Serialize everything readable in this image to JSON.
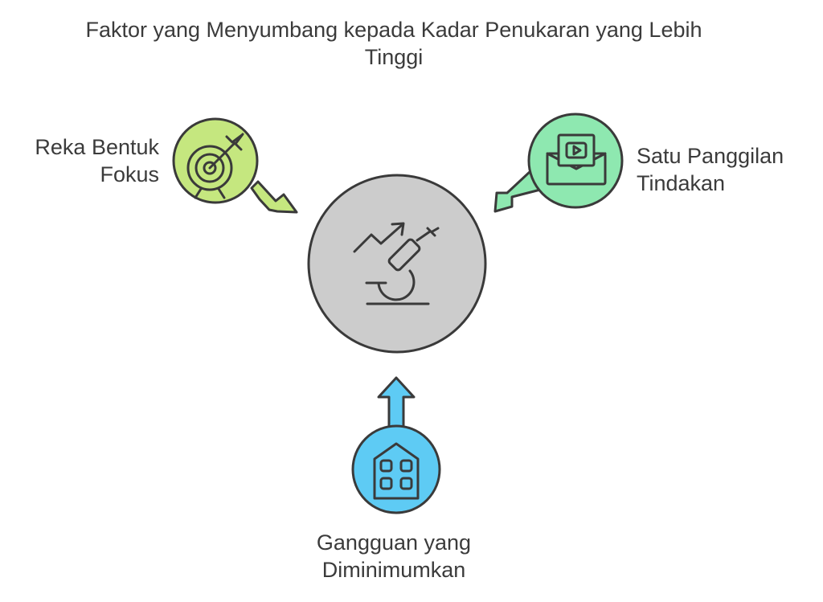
{
  "title": {
    "line1": "Faktor yang Menyumbang kepada Kadar Penukaran yang Lebih",
    "line2": "Tinggi"
  },
  "center": {
    "icon": "microscope-growth-icon",
    "color": "#cccccc"
  },
  "factors": [
    {
      "label_lines": [
        "Reka Bentuk",
        "Fokus"
      ],
      "icon": "target-arrow-icon",
      "color": "#c5e77f"
    },
    {
      "label_lines": [
        "Satu Panggilan",
        "Tindakan"
      ],
      "icon": "envelope-video-icon",
      "color": "#8ee8b0"
    },
    {
      "label_lines": [
        "Gangguan yang",
        "Diminimumkan"
      ],
      "icon": "house-grid-icon",
      "color": "#5ecbf4"
    }
  ]
}
